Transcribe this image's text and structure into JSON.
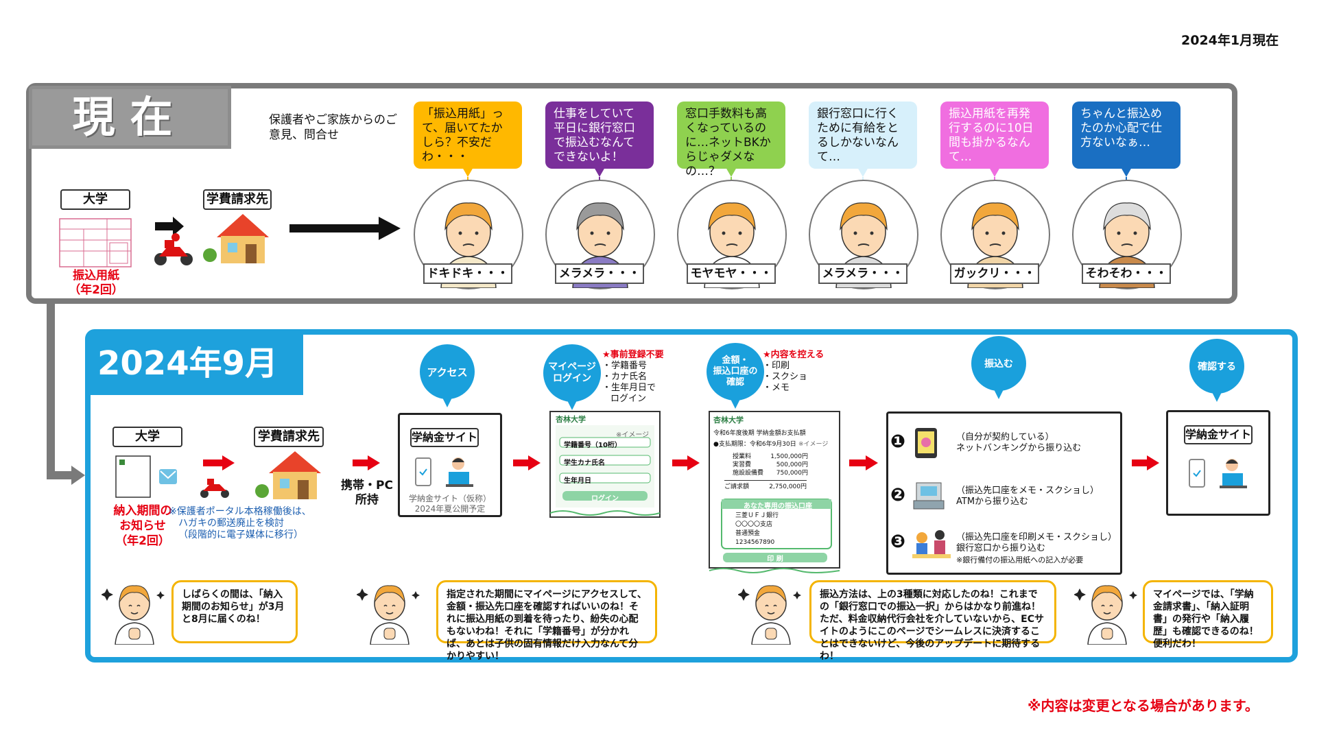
{
  "date_note": "2024年1月現在",
  "current": {
    "title": "現在",
    "intro": "保護者やご家族からのご意見、問合せ",
    "university_label": "大学",
    "payer_label": "学費請求先",
    "slip_label_1": "振込用紙",
    "slip_label_2": "（年2回）",
    "voices": [
      {
        "text": "「振込用紙」って、届いてたかしら？不安だわ・・・",
        "mood": "ドキドキ・・・",
        "color": "#ffb800",
        "text_color": "#111"
      },
      {
        "text": "仕事をしていて平日に銀行窓口で振込むなんてできないよ！",
        "mood": "メラメラ・・・",
        "color": "#7a2f9a",
        "text_color": "#ffffff"
      },
      {
        "text": "窓口手数料も高くなっているのに…ネットBKからじゃダメなの…？",
        "mood": "モヤモヤ・・・",
        "color": "#8fd14f",
        "text_color": "#111"
      },
      {
        "text": "銀行窓口に行くために有給をとるしかないなんて…",
        "mood": "メラメラ・・・",
        "color": "#d7f0fb",
        "text_color": "#111"
      },
      {
        "text": "振込用紙を再発行するのに10日間も掛かるなんて…",
        "mood": "ガックリ・・・",
        "color": "#f06ee0",
        "text_color": "#ffffff"
      },
      {
        "text": "ちゃんと振込めたのか心配で仕方ないなぁ…",
        "mood": "そわそわ・・・",
        "color": "#1a6fc2",
        "text_color": "#ffffff"
      }
    ]
  },
  "future": {
    "title": "2024年9月～",
    "university_label": "大学",
    "payer_label": "学費請求先",
    "notice_1": "納入期間の",
    "notice_2": "お知らせ",
    "notice_3": "（年2回）",
    "notice_note_1": "※保護者ポータル本格稼働後は、",
    "notice_note_2": "ハガキの郵送廃止を検討",
    "notice_note_3": "（段階的に電子媒体に移行）",
    "device_label_1": "携帯・PC",
    "device_label_2": "所持",
    "steps": {
      "access": "アクセス",
      "login_1": "マイページ",
      "login_2": "ログイン",
      "confirm_1": "金額・",
      "confirm_2": "振込口座の",
      "confirm_3": "確認",
      "transfer": "振込む",
      "check": "確認する"
    },
    "site_label": "学納金サイト",
    "site_caption_1": "学納金サイト（仮称）",
    "site_caption_2": "2024年夏公開予定",
    "login_note_title": "★事前登録不要",
    "login_note_items": [
      "・学籍番号",
      "・カナ氏名",
      "・生年月日で",
      "ログイン"
    ],
    "login_screen": {
      "brand": "杏林大学",
      "sample": "※イメージ",
      "field1": "学籍番号（10桁）",
      "field2": "学生カナ氏名",
      "field3": "生年月日",
      "button": "ログイン"
    },
    "confirm_note_title": "★内容を控える",
    "confirm_note_items": [
      "・印刷",
      "・スクショ",
      "・メモ"
    ],
    "bill_screen": {
      "brand": "杏林大学",
      "heading": "令和6年度後期 学納金額お支払額",
      "due": "●支払期限：令和6年9月30日",
      "sample": "※イメージ",
      "rows": [
        {
          "label": "授業料",
          "value": "1,500,000円"
        },
        {
          "label": "実習費",
          "value": "500,000円"
        },
        {
          "label": "施設設備費",
          "value": "750,000円"
        }
      ],
      "total_label": "ご請求額",
      "total_value": "2,750,000円",
      "account_title": "あなた専用の振込口座",
      "account_lines": [
        "三菱ＵＦＪ銀行",
        "〇〇〇〇支店",
        "普通預金",
        "1234567890"
      ],
      "print": "印 刷"
    },
    "methods": [
      {
        "num": "❶",
        "text": "（自分が契約している）\nネットバンキングから振り込む",
        "note": ""
      },
      {
        "num": "❷",
        "text": "（振込先口座をメモ・スクショし）\nATMから振り込む",
        "note": ""
      },
      {
        "num": "❸",
        "text": "（振込先口座を印刷メモ・スクショし）\n銀行窓口から振り込む",
        "note": "※銀行備付の振込用紙への記入が必要"
      }
    ],
    "comments": [
      "しばらくの間は、「納入期間のお知らせ」が3月と8月に届くのね！",
      "指定された期間にマイページにアクセスして、金額・振込先口座を確認すればいいのね！それに振込用紙の到着を待ったり、紛失の心配もないわね！それに「学籍番号」が分かれば、あとは子供の固有情報だけ入力なんて分かりやすい！",
      "振込方法は、上の3種類に対応したのね！これまでの「銀行窓口での振込一択」からはかなり前進ね！ただ、料金収納代行会社を介していないから、ECサイトのようにこのページでシームレスに決済することはできないけど、今後のアップデートに期待するわ！",
      "マイページでは、「学納金請求書」、「納入証明書」の発行や「納入履歴」も確認できるのね！便利だわ！"
    ]
  },
  "footnote": "※内容は変更となる場合があります。",
  "colors": {
    "current_frame": "#7a7a7a",
    "future_frame": "#1ea1dc",
    "accent_red": "#e60012",
    "comment_border": "#f4b400"
  }
}
